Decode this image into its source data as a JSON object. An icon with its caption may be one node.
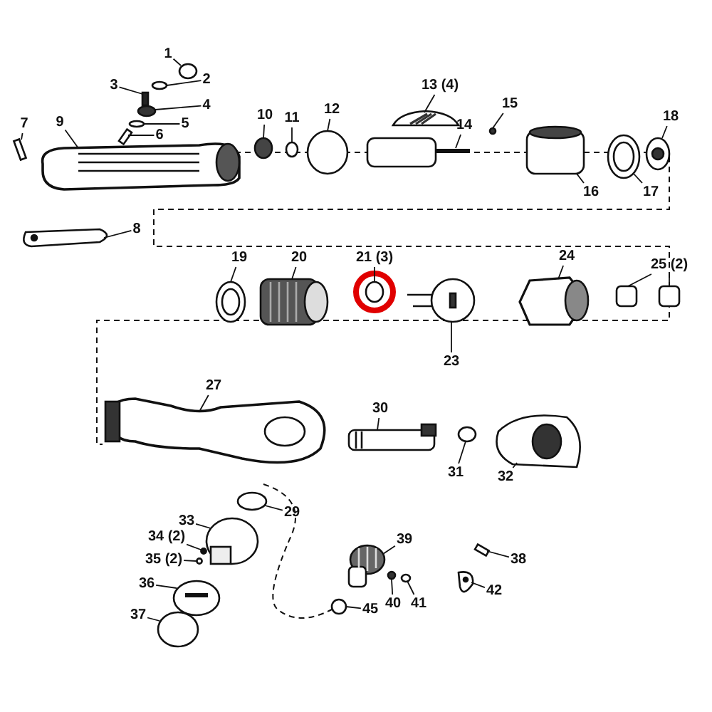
{
  "diagram": {
    "nodes": [
      {
        "text": [
          "1"
        ]
      },
      {
        "text": [
          "2"
        ]
      },
      {
        "text": [
          "3"
        ]
      },
      {
        "text": [
          "4"
        ]
      },
      {
        "text": [
          "5"
        ]
      },
      {
        "text": [
          "6"
        ]
      },
      {
        "text": [
          "7"
        ]
      },
      {
        "text": [
          "9"
        ]
      },
      {
        "text": [
          "10"
        ]
      },
      {
        "text": [
          "11"
        ]
      },
      {
        "text": [
          "12"
        ]
      },
      {
        "text": [
          "13 (4)"
        ]
      },
      {
        "text": [
          "14"
        ]
      },
      {
        "text": [
          "15"
        ]
      },
      {
        "text": [
          "16"
        ]
      },
      {
        "text": [
          "17"
        ]
      },
      {
        "text": [
          "18"
        ]
      },
      {
        "text": [
          "8"
        ]
      },
      {
        "text": [
          "19"
        ]
      },
      {
        "text": [
          "20"
        ]
      },
      {
        "text": [
          "21 (3)"
        ]
      },
      {
        "text": [
          "23"
        ]
      },
      {
        "text": [
          "24"
        ]
      },
      {
        "text": [
          "25 (2)"
        ]
      },
      {
        "text": [
          "27"
        ]
      },
      {
        "text": [
          "30"
        ]
      },
      {
        "text": [
          "31"
        ]
      },
      {
        "text": [
          "32"
        ]
      },
      {
        "text": [
          "29"
        ]
      },
      {
        "text": [
          "33"
        ]
      },
      {
        "text": [
          "34 (2)"
        ]
      },
      {
        "text": [
          "35 (2)"
        ]
      },
      {
        "text": [
          "36"
        ]
      },
      {
        "text": [
          "37"
        ]
      },
      {
        "text": [
          "39"
        ]
      },
      {
        "text": [
          "38"
        ]
      },
      {
        "text": [
          "40"
        ]
      },
      {
        "text": [
          "41"
        ]
      },
      {
        "text": [
          "42"
        ]
      },
      {
        "text": [
          "45"
        ]
      },
      {
        "text": [],
        "shape": "circle"
      },
      {
        "text": [],
        "shape": "circle"
      },
      {
        "text": [],
        "shape": "box"
      },
      {
        "text": [],
        "shape": "circle"
      },
      {
        "text": [],
        "shape": "circle"
      },
      {
        "text": [],
        "shape": "box"
      },
      {
        "text": [],
        "shape": "box"
      },
      {
        "text": [],
        "shape": "picture"
      },
      {
        "text": [],
        "shape": "circle"
      },
      {
        "text": [],
        "shape": "circle"
      },
      {
        "text": [],
        "shape": "circle"
      },
      {
        "text": [],
        "shape": "picture"
      },
      {
        "text": [],
        "shape": "picture"
      },
      {
        "text": [],
        "shape": "circle"
      },
      {
        "text": [],
        "shape": "cylinder"
      },
      {
        "text": [],
        "shape": "picture"
      },
      {
        "text": [],
        "shape": "picture"
      },
      {
        "text": [],
        "shape": "picture"
      },
      {
        "text": [],
        "shape": "picture"
      },
      {
        "text": [],
        "shape": "picture"
      },
      {
        "text": [],
        "shape": "circle"
      },
      {
        "text": [],
        "shape": "picture"
      },
      {
        "text": [],
        "shape": "picture"
      },
      {
        "text": [],
        "shape": "box"
      },
      {
        "text": [],
        "shape": "box"
      },
      {
        "text": [],
        "shape": "picture"
      },
      {
        "text": [],
        "shape": "picture"
      },
      {
        "text": [],
        "shape": "circle"
      },
      {
        "text": [],
        "shape": "picture"
      },
      {
        "text": [],
        "shape": "circle"
      },
      {
        "text": [],
        "shape": "picture"
      },
      {
        "text": [],
        "shape": "circle"
      },
      {
        "text": [],
        "shape": "circle"
      },
      {
        "text": [],
        "shape": "picture"
      },
      {
        "text": [],
        "shape": "circle"
      },
      {
        "text": [],
        "shape": "picture"
      },
      {
        "text": [],
        "shape": "box"
      },
      {
        "text": [],
        "shape": "circle"
      },
      {
        "text": [],
        "shape": "circle"
      },
      {
        "text": [],
        "shape": "picture"
      },
      {
        "text": [],
        "shape": "circle"
      }
    ],
    "edges": [
      {
        "from": 0,
        "to": 40,
        "arrow": "none"
      },
      {
        "from": 1,
        "to": 41,
        "arrow": "none"
      },
      {
        "from": 2,
        "to": 42,
        "arrow": "none"
      },
      {
        "from": 3,
        "to": 43,
        "arrow": "none"
      },
      {
        "from": 4,
        "to": 44,
        "arrow": "none"
      },
      {
        "from": 5,
        "to": 45,
        "arrow": "none"
      },
      {
        "from": 6,
        "to": 46,
        "arrow": "none"
      },
      {
        "from": 7,
        "to": 47,
        "arrow": "none"
      },
      {
        "from": 8,
        "to": 48,
        "arrow": "none"
      },
      {
        "from": 9,
        "to": 49,
        "arrow": "none"
      },
      {
        "from": 10,
        "to": 50,
        "arrow": "none"
      },
      {
        "from": 11,
        "to": 51,
        "arrow": "none"
      },
      {
        "from": 12,
        "to": 52,
        "arrow": "none"
      },
      {
        "from": 13,
        "to": 53,
        "arrow": "none"
      },
      {
        "from": 14,
        "to": 54,
        "arrow": "none"
      },
      {
        "from": 15,
        "to": 55,
        "arrow": "none"
      },
      {
        "from": 16,
        "to": 56,
        "arrow": "none"
      },
      {
        "from": 17,
        "to": 57,
        "arrow": "none"
      },
      {
        "from": 18,
        "to": 58,
        "arrow": "none"
      },
      {
        "from": 19,
        "to": 59,
        "arrow": "none"
      },
      {
        "from": 20,
        "to": 60,
        "arrow": "none"
      },
      {
        "from": 21,
        "to": 61,
        "arrow": "none"
      },
      {
        "from": 22,
        "to": 62,
        "arrow": "none"
      },
      {
        "from": 23,
        "to": 63,
        "arrow": "none"
      },
      {
        "from": 23,
        "to": 64,
        "arrow": "none"
      },
      {
        "from": 24,
        "to": 65,
        "arrow": "none"
      },
      {
        "from": 25,
        "to": 66,
        "arrow": "none"
      },
      {
        "from": 26,
        "to": 67,
        "arrow": "none"
      },
      {
        "from": 27,
        "to": 68,
        "arrow": "none"
      },
      {
        "from": 28,
        "to": 69,
        "arrow": "none"
      },
      {
        "from": 29,
        "to": 70,
        "arrow": "none"
      },
      {
        "from": 30,
        "to": 71,
        "arrow": "none"
      },
      {
        "from": 31,
        "to": 72,
        "arrow": "none"
      },
      {
        "from": 32,
        "to": 73,
        "arrow": "none"
      },
      {
        "from": 33,
        "to": 74,
        "arrow": "none"
      },
      {
        "from": 34,
        "to": 75,
        "arrow": "none"
      },
      {
        "from": 35,
        "to": 76,
        "arrow": "none"
      },
      {
        "from": 36,
        "to": 77,
        "arrow": "none"
      },
      {
        "from": 37,
        "to": 78,
        "arrow": "none"
      },
      {
        "from": 38,
        "to": 79,
        "arrow": "none"
      },
      {
        "from": 39,
        "to": 80,
        "arrow": "none"
      }
    ]
  }
}
